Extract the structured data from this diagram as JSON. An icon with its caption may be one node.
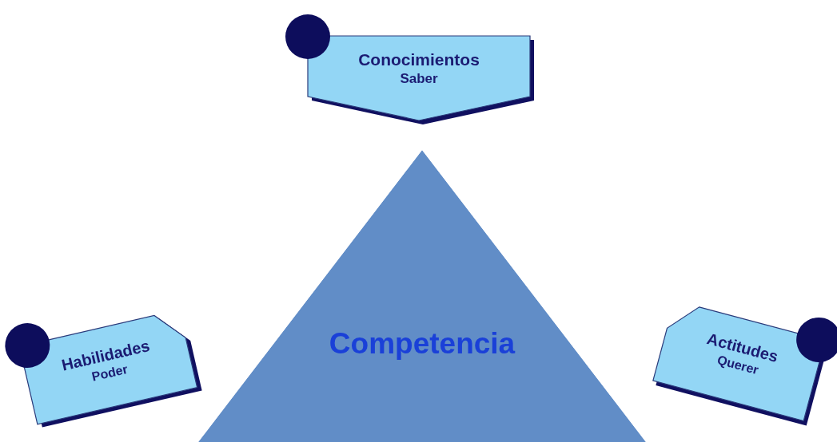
{
  "diagram": {
    "nodes": [
      {
        "text": [
          "Conocimientos",
          "Saber"
        ]
      },
      {
        "text": [
          "Habilidades",
          "Poder"
        ]
      },
      {
        "text": [
          "Competencia"
        ]
      },
      {
        "text": [
          "Actitudes",
          "Querer"
        ]
      }
    ]
  }
}
